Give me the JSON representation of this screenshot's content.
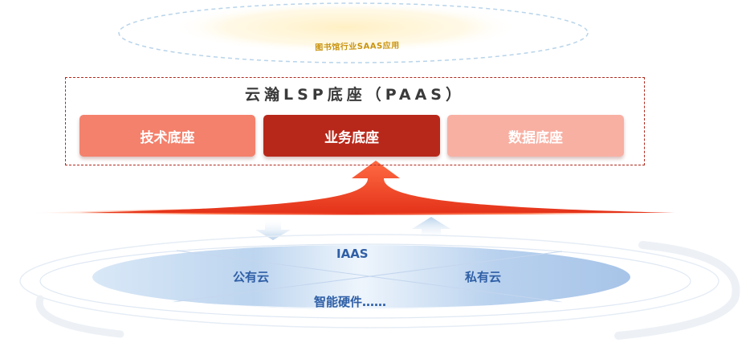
{
  "saas": {
    "label": "图书馆行业SAAS应用"
  },
  "paas": {
    "title": "云瀚LSP底座（PAAS）",
    "modules": [
      {
        "label": "技术底座",
        "color": "#f4816c"
      },
      {
        "label": "业务底座",
        "color": "#b8281a"
      },
      {
        "label": "数据底座",
        "color": "#f8b0a3"
      }
    ]
  },
  "base": {
    "title": "IAAS",
    "left": "公有云",
    "right": "私有云",
    "bottom": "智能硬件……"
  },
  "colors": {
    "frame": "#b02a1e",
    "arrow_main": "#e8351c",
    "base_text": "#2f5fa6",
    "saas_text": "#c9930e"
  }
}
